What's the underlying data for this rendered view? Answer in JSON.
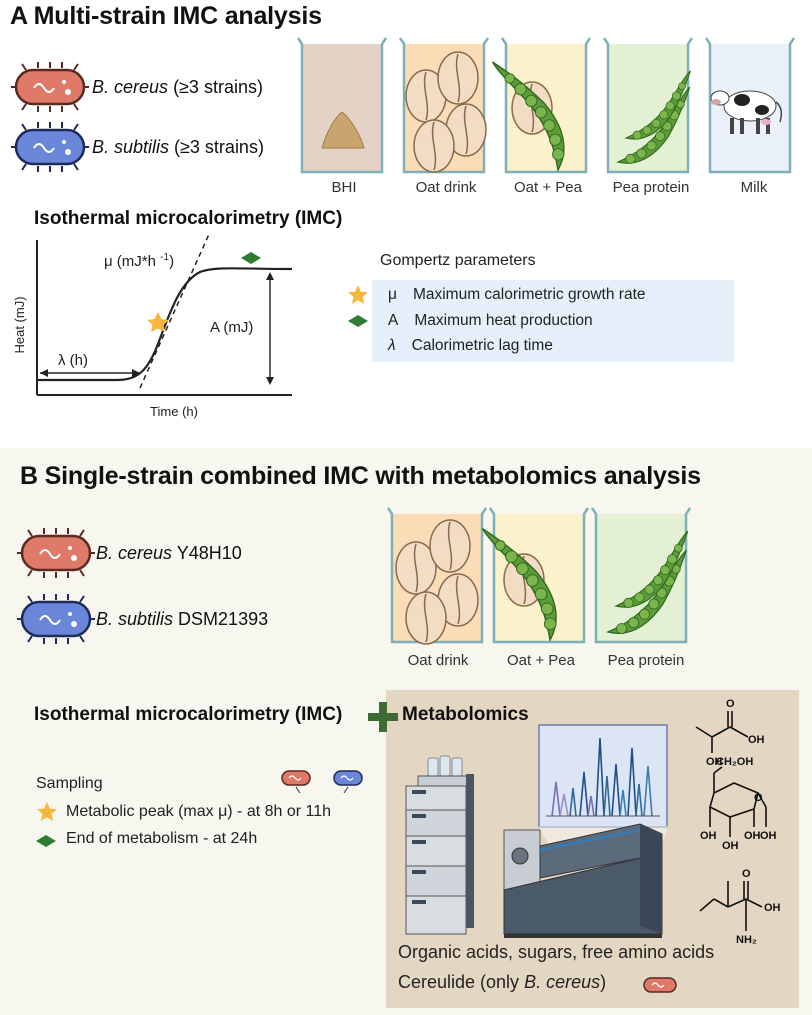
{
  "panel_a": {
    "title": "A Multi-strain IMC analysis",
    "bacteria": [
      {
        "name": "B. cereus",
        "detail": "(≥3 strains)",
        "color": "#e07a68"
      },
      {
        "name": "B. subtilis",
        "detail": "(≥3 strains)",
        "color": "#6a86d8"
      }
    ],
    "beakers": [
      "BHI",
      "Oat drink",
      "Oat + Pea",
      "Pea protein",
      "Milk"
    ],
    "imc_title": "Isothermal microcalorimetry (IMC)",
    "graph": {
      "y_label": "Heat (mJ)",
      "x_label": "Time (h)",
      "mu_label": "μ (mJ*h ",
      "mu_sup": "-1",
      "mu_close": ")",
      "a_label": "A (mJ)",
      "lambda_label": "λ (h)"
    },
    "gompertz": {
      "title": "Gompertz parameters",
      "rows": [
        {
          "symbol": "μ",
          "text": "Maximum calorimetric growth rate"
        },
        {
          "symbol": "A",
          "text": "Maximum heat production"
        },
        {
          "symbol": "λ",
          "text": "Calorimetric lag time"
        }
      ]
    }
  },
  "panel_b": {
    "title": "B Single-strain combined IMC with metabolomics analysis",
    "bacteria": [
      {
        "name": "B. cereus",
        "detail": "Y48H10",
        "color": "#e07a68"
      },
      {
        "name": "B. subtilis",
        "detail": "DSM21393",
        "color": "#6a86d8"
      }
    ],
    "beakers": [
      "Oat drink",
      "Oat + Pea",
      "Pea protein"
    ],
    "imc_title": "Isothermal microcalorimetry (IMC)",
    "metabolomics_title": "Metabolomics",
    "sampling": {
      "title": "Sampling",
      "rows": [
        "Metabolic peak (max μ) - at 8h or 11h",
        "End of metabolism - at 24h"
      ]
    },
    "molecules": {
      "oh": "OH",
      "o": "O",
      "ch2oh": "CH₂OH",
      "nh2": "NH₂"
    },
    "metabolite_line1": "Organic acids, sugars, free amino acids",
    "metabolite_line2_pre": "Cereulide (only ",
    "metabolite_line2_em": "B. cereus",
    "metabolite_line2_post": ")"
  },
  "colors": {
    "star": "#f5b83d",
    "diamond": "#2e7d32",
    "plus": "#3d6b35",
    "gompertz_bg": "#e6f0fb",
    "cereus": "#e07a68",
    "subtilis": "#6a86d8"
  }
}
